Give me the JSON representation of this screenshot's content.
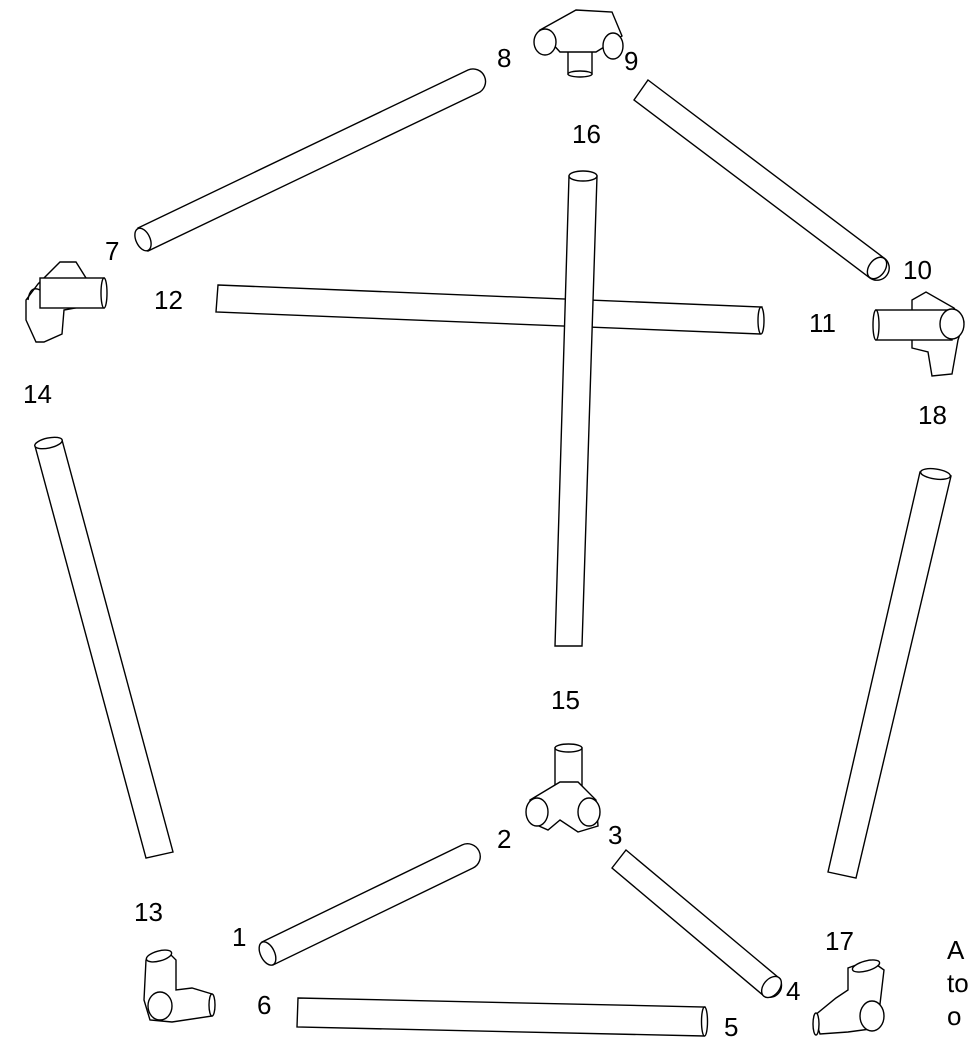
{
  "labels": {
    "l1": "1",
    "l2": "2",
    "l3": "3",
    "l4": "4",
    "l5": "5",
    "l6": "6",
    "l7": "7",
    "l8": "8",
    "l9": "9",
    "l10": "10",
    "l11": "11",
    "l12": "12",
    "l13": "13",
    "l14": "14",
    "l15": "15",
    "l16": "16",
    "l17": "17",
    "l18": "18"
  },
  "note": {
    "line1": "A",
    "line2": "to",
    "line3": "o"
  }
}
